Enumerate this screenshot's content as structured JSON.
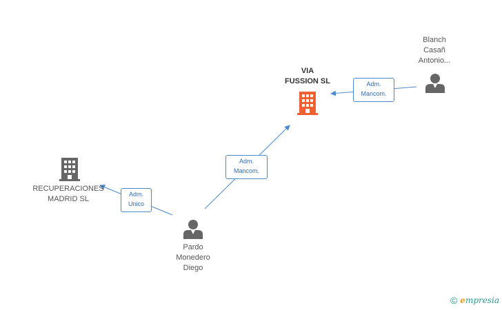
{
  "nodes": {
    "via_fussion": {
      "lines": [
        "VIA",
        "FUSSION SL"
      ],
      "type": "company",
      "color": "#f06030"
    },
    "recuperaciones": {
      "lines": [
        "RECUPERACIONES",
        "MADRID SL"
      ],
      "type": "company",
      "color": "#666666"
    },
    "blanch": {
      "lines": [
        "Blanch",
        "Casañ",
        "Antonio..."
      ],
      "type": "person",
      "color": "#666666"
    },
    "pardo": {
      "lines": [
        "Pardo",
        "Monedero",
        "Diego"
      ],
      "type": "person",
      "color": "#666666"
    }
  },
  "edges": {
    "blanch_via": {
      "lines": [
        "Adm.",
        "Mancom."
      ]
    },
    "pardo_via": {
      "lines": [
        "Adm.",
        "Mancom."
      ]
    },
    "pardo_recup": {
      "lines": [
        "Adm.",
        "Unico"
      ]
    }
  },
  "colors": {
    "edge": "#4a8bd0",
    "primary_company": "#f06030",
    "secondary": "#666666"
  },
  "footer": {
    "copyright_symbol": "©",
    "brand_first": "e",
    "brand_rest": "mpresia"
  }
}
